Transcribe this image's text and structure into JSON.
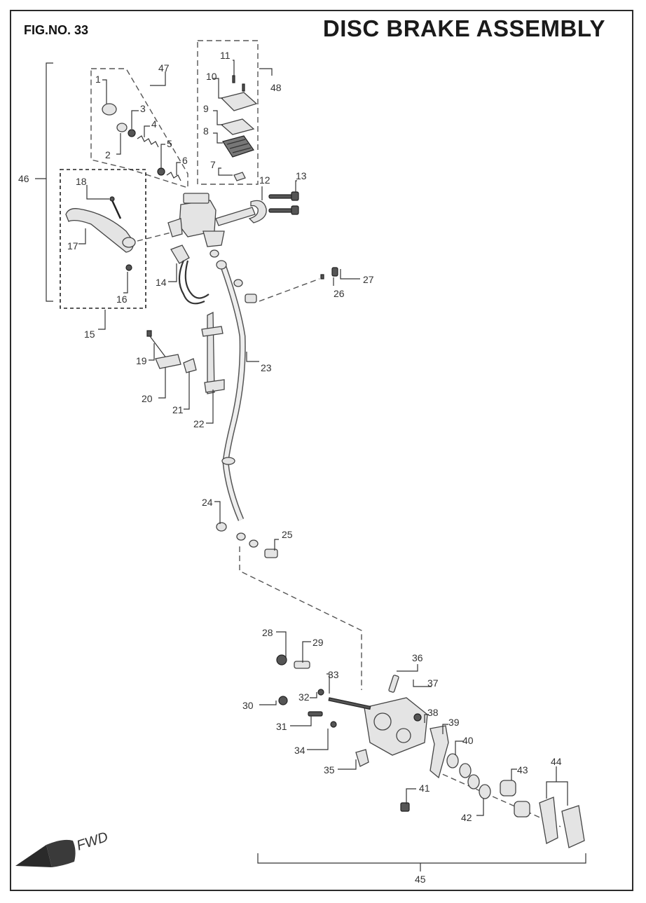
{
  "figure_number": "FIG.NO. 33",
  "title": "DISC BRAKE ASSEMBLY",
  "direction_label": "FWD",
  "callouts": {
    "c1": "1",
    "c2": "2",
    "c3": "3",
    "c4": "4",
    "c5": "5",
    "c6": "6",
    "c7": "7",
    "c8": "8",
    "c9": "9",
    "c10": "10",
    "c11": "11",
    "c12": "12",
    "c13": "13",
    "c14": "14",
    "c15": "15",
    "c16": "16",
    "c17": "17",
    "c18": "18",
    "c19": "19",
    "c20": "20",
    "c21": "21",
    "c22": "22",
    "c23": "23",
    "c24": "24",
    "c25": "25",
    "c26": "26",
    "c27": "27",
    "c28": "28",
    "c29": "29",
    "c30": "30",
    "c31": "31",
    "c32": "32",
    "c33": "33",
    "c34": "34",
    "c35": "35",
    "c36": "36",
    "c37": "37",
    "c38": "38",
    "c39": "39",
    "c40": "40",
    "c41": "41",
    "c42": "42",
    "c43": "43",
    "c44": "44",
    "c45": "45",
    "c46": "46",
    "c47": "47",
    "c48": "48"
  }
}
